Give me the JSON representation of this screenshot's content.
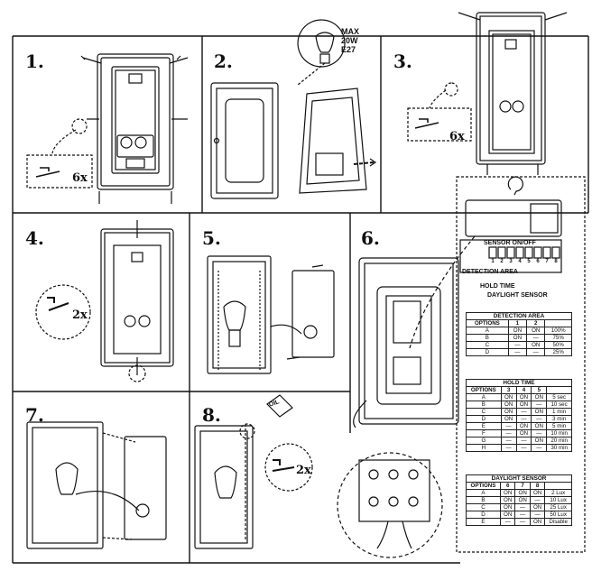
{
  "steps": [
    "1.",
    "2.",
    "3.",
    "4.",
    "5.",
    "6.",
    "7.",
    "8."
  ],
  "quantities": {
    "s1": "6x",
    "s3": "6x",
    "s4": "2x",
    "s8": "2x"
  },
  "bulb_spec": {
    "line1": "MAX",
    "line2": "20W",
    "line3": "E27"
  },
  "oil_label": "OIL",
  "sensor": {
    "title": "SENSOR ON/OFF",
    "detection_area": "DETECTION AREA",
    "hold_time": "HOLD TIME",
    "daylight_sensor": "DAYLIGHT SENSOR",
    "switch_numbers": [
      "1",
      "2",
      "3",
      "4",
      "5",
      "6",
      "7",
      "8"
    ]
  },
  "tables": {
    "detection": {
      "title": "DETECTION AREA",
      "header": [
        "OPTIONS",
        "1",
        "2",
        ""
      ],
      "rows": [
        [
          "A",
          "ON",
          "ON",
          "100%"
        ],
        [
          "B",
          "ON",
          "—",
          "75%"
        ],
        [
          "C",
          "—",
          "ON",
          "50%"
        ],
        [
          "D",
          "—",
          "—",
          "25%"
        ]
      ]
    },
    "hold": {
      "title": "HOLD TIME",
      "header": [
        "OPTIONS",
        "3",
        "4",
        "5",
        ""
      ],
      "rows": [
        [
          "A",
          "ON",
          "ON",
          "ON",
          "5 sec"
        ],
        [
          "B",
          "ON",
          "ON",
          "—",
          "10 sec"
        ],
        [
          "C",
          "ON",
          "—",
          "ON",
          "1 min"
        ],
        [
          "D",
          "ON",
          "—",
          "—",
          "3 min"
        ],
        [
          "E",
          "—",
          "ON",
          "ON",
          "5 min"
        ],
        [
          "F",
          "—",
          "ON",
          "—",
          "10 min"
        ],
        [
          "G",
          "—",
          "—",
          "ON",
          "20 min"
        ],
        [
          "H",
          "—",
          "—",
          "—",
          "30 min"
        ]
      ]
    },
    "daylight": {
      "title": "DAYLIGHT SENSOR",
      "header": [
        "OPTIONS",
        "6",
        "7",
        "8",
        ""
      ],
      "rows": [
        [
          "A",
          "ON",
          "ON",
          "ON",
          "2 Lux"
        ],
        [
          "B",
          "ON",
          "ON",
          "—",
          "10 Lux"
        ],
        [
          "C",
          "ON",
          "—",
          "ON",
          "25 Lux"
        ],
        [
          "D",
          "ON",
          "—",
          "—",
          "50 Lux"
        ],
        [
          "E",
          "—",
          "—",
          "ON",
          "Disable"
        ]
      ]
    }
  }
}
